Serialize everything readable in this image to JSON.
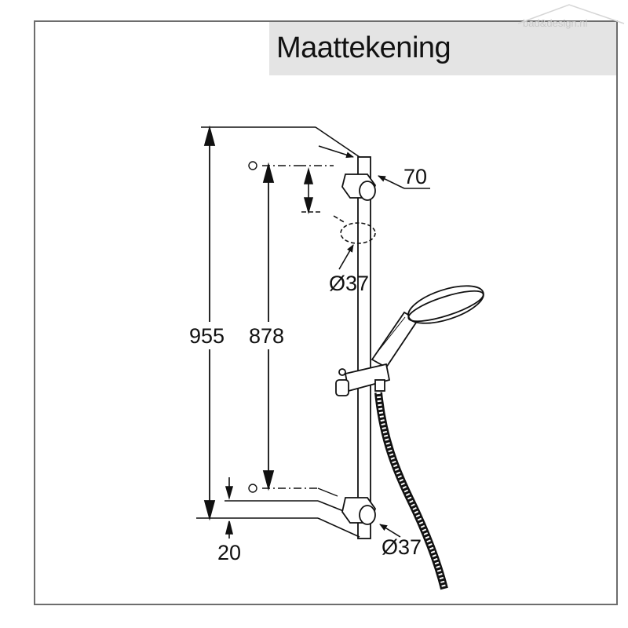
{
  "title": "Maattekening",
  "watermark": "bad&design.nl",
  "dimensions": {
    "total_height": "955",
    "bracket_spacing": "878",
    "bracket_projection": "70",
    "holder_diameter": "Ø37",
    "bottom_bracket_diameter": "Ø37",
    "bottom_offset": "20"
  },
  "colors": {
    "frame": "#6d6d6d",
    "title_band": "#e4e4e4",
    "line": "#111111"
  }
}
